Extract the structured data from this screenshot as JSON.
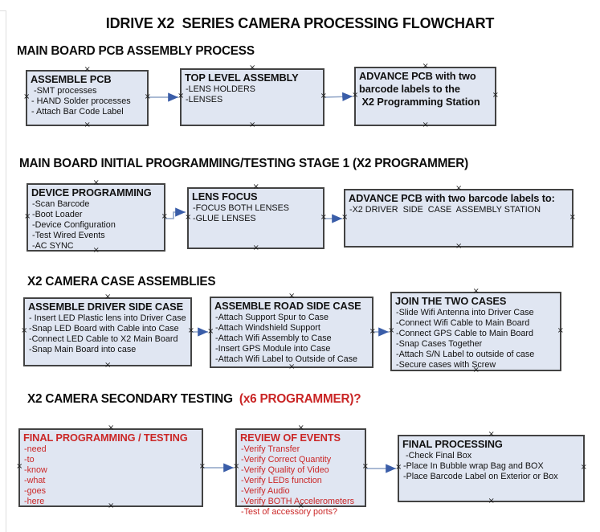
{
  "title": "IDRIVE X2  SERIES CAMERA PROCESSING FLOWCHART",
  "colors": {
    "box_fill": "#e0e6f2",
    "box_border": "#434343",
    "text_black": "#111111",
    "accent_red": "#c92525",
    "arrow_line": "#8ea3c6",
    "arrow_head": "#3a5da8"
  },
  "sections": [
    {
      "heading": "MAIN BOARD PCB ASSEMBLY PROCESS",
      "heading_red": ""
    },
    {
      "heading": "MAIN BOARD INITIAL PROGRAMMING/TESTING STAGE 1 (X2 PROGRAMMER)",
      "heading_red": ""
    },
    {
      "heading": "X2 CAMERA CASE ASSEMBLIES",
      "heading_red": ""
    },
    {
      "heading": "X2 CAMERA SECONDARY TESTING  ",
      "heading_red": "(x6 PROGRAMMER)?"
    }
  ],
  "boxes": [
    {
      "title": "ASSEMBLE PCB",
      "items": [
        " -SMT processes",
        "- HAND Solder processes",
        "- Attach Bar Code Label"
      ]
    },
    {
      "title": "TOP LEVEL ASSEMBLY",
      "items": [
        "-LENS HOLDERS",
        "-LENSES"
      ]
    },
    {
      "title": "ADVANCE PCB with two\nbarcode labels to the\n X2 Programming Station",
      "items": []
    },
    {
      "title": "DEVICE PROGRAMMING",
      "items": [
        "-Scan Barcode",
        "-Boot Loader",
        "-Device Configuration",
        "-Test Wired Events",
        "-AC SYNC"
      ]
    },
    {
      "title": "LENS FOCUS",
      "items": [
        "-FOCUS BOTH LENSES",
        "-GLUE LENSES"
      ]
    },
    {
      "title": "ADVANCE PCB with two barcode labels to:",
      "items": [
        "-X2 DRIVER  SIDE  CASE  ASSEMBLY STATION"
      ]
    },
    {
      "title": "ASSEMBLE DRIVER SIDE CASE",
      "items": [
        "- Insert LED Plastic lens into Driver Case",
        "-Snap LED Board with Cable into Case",
        "-Connect LED Cable to X2 Main Board",
        "-Snap Main Board into case"
      ]
    },
    {
      "title": "ASSEMBLE ROAD SIDE CASE",
      "items": [
        "-Attach Support Spur to Case",
        "-Attach Windshield Support",
        "-Attach Wifi Assembly to Case",
        "-Insert GPS Module into Case",
        "-Attach Wifi Label to Outside of Case"
      ]
    },
    {
      "title": "JOIN THE TWO CASES",
      "items": [
        "-Slide Wifi Antenna into Driver Case",
        "-Connect Wifi Cable to Main Board",
        "-Connect GPS Cable to Main Board",
        "-Snap Cases Together",
        "-Attach S/N Label to outside of case",
        "-Secure cases with Screw"
      ]
    },
    {
      "title": "FINAL PROGRAMMING / TESTING",
      "items": [
        "-need",
        "-to",
        "-know",
        "-what",
        "-goes",
        "-here"
      ]
    },
    {
      "title": "REVIEW OF EVENTS",
      "items": [
        "-Verify Transfer",
        "-Verify Correct Quantity",
        "-Verify Quality of Video",
        "-Verify LEDs function",
        "-Verify Audio",
        "-Verify BOTH Accelerometers",
        "-Test of accessory ports?"
      ]
    },
    {
      "title": "FINAL PROCESSING",
      "items": [
        " -Check Final Box",
        "-Place In Bubble wrap Bag and BOX",
        "-Place Barcode Label on Exterior or Box"
      ]
    }
  ]
}
